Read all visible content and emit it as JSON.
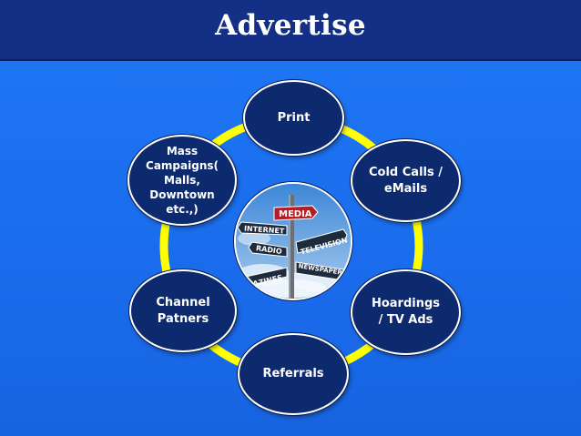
{
  "slide": {
    "title": "Advertise",
    "colors": {
      "background": "#1a6ff0",
      "header": "#132f86",
      "node": "#0d2a6e",
      "ring": "#ffff00",
      "node_text": "#ffffff"
    }
  },
  "cycle": {
    "nodes": [
      {
        "id": "print",
        "label": "Print"
      },
      {
        "id": "cold-calls",
        "label": "Cold Calls /\neMails"
      },
      {
        "id": "hoardings",
        "label": "Hoardings\n/ TV Ads"
      },
      {
        "id": "referrals",
        "label": "Referrals"
      },
      {
        "id": "channel",
        "label": "Channel\nPatners"
      },
      {
        "id": "mass",
        "label": "Mass\nCampaigns(\nMalls,\nDowntown\netc.,)"
      }
    ]
  },
  "center_image": {
    "description_icon": "signpost-icon",
    "signs": {
      "top": "MEDIA",
      "left1": "INTERNET",
      "right1": "TELEVISION",
      "left2": "RADIO",
      "right2": "NEWSPAPER",
      "left3": "AGAZINES"
    }
  }
}
